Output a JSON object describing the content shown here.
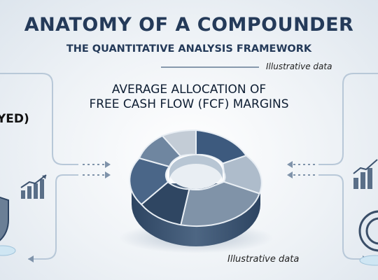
{
  "header": {
    "title": "ANATOMY OF A COMPOUNDER",
    "subtitle": "THE QUANTITATIVE ANALYSIS FRAMEWORK"
  },
  "notes": {
    "top": "Illustrative data",
    "bottom": "Illustrative data"
  },
  "chart": {
    "title_line1": "AVERAGE ALLOCATION OF",
    "title_line2": "FREE CASH FLOW (FCF) MARGINS"
  },
  "left_panel": {
    "partial_text": "YED)"
  },
  "icons": [
    "bar-chart-icon",
    "shield-icon",
    "bar-chart-icon",
    "target-icon"
  ],
  "colors": {
    "title": "#243a59",
    "accent": "#3f5f82",
    "connector": "#b8c8d8"
  }
}
